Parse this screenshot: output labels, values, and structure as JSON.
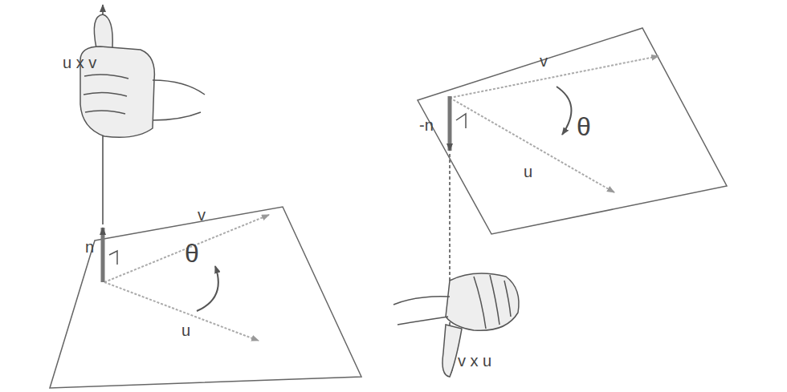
{
  "diagram": {
    "labels": [
      "u x v",
      "n",
      "v",
      "θ",
      "u",
      "v",
      "-n",
      "θ",
      "u",
      "v x u"
    ]
  }
}
